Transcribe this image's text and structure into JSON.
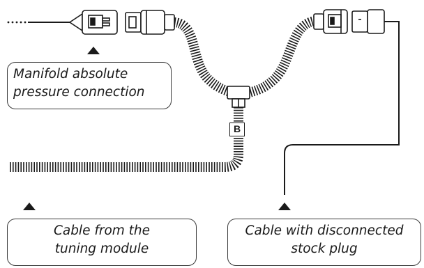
{
  "labels": {
    "manifold": [
      "Manifold absolute",
      "pressure connection"
    ],
    "tuning": [
      "Cable from the",
      "tuning module"
    ],
    "stock": [
      "Cable with disconnected",
      "stock plug"
    ],
    "connector": "B"
  },
  "colors": {
    "line": "#1a1a1a",
    "box_border": "#3a3a3a",
    "background": "#ffffff"
  },
  "icons": [
    "arrow-up-icon",
    "connector-plug-icon",
    "coiled-cable-icon"
  ]
}
